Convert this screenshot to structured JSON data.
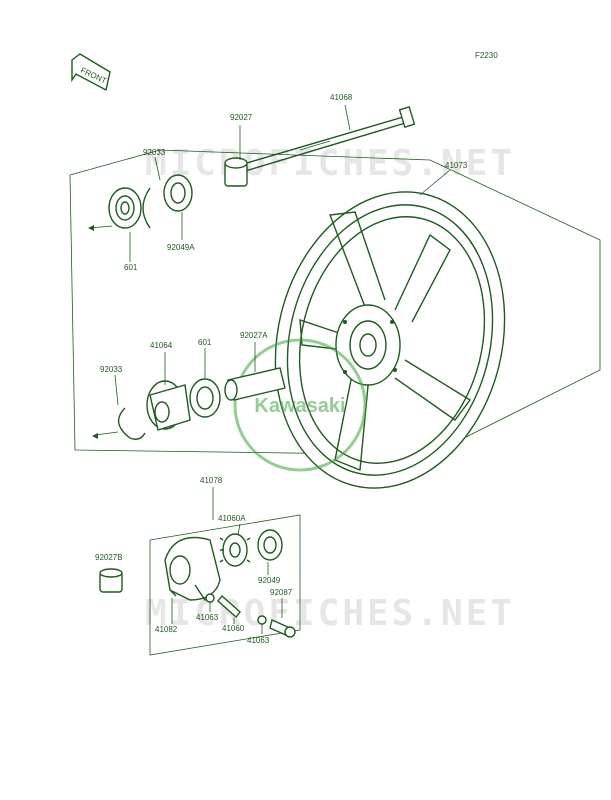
{
  "figure_code": "F2230",
  "front_label": "FRONT",
  "watermark": "MICROFICHES.NET",
  "logo_text": "Kawasaki",
  "colors": {
    "ink": "#1f5a1f",
    "watermark": "#e6e6e6",
    "logo": "#3aa63a"
  },
  "parts": {
    "p41068": "41068",
    "p92027": "92027",
    "p41073": "41073",
    "p92033a": "92033",
    "p601a": "601",
    "p92049A": "92049A",
    "p41064": "41064",
    "p601b": "601",
    "p92027A": "92027A",
    "p92033b": "92033",
    "p41078": "41078",
    "p41060A": "41060A",
    "p92027B": "92027B",
    "p92049": "92049",
    "p92087": "92087",
    "p41063a": "41063",
    "p41060": "41060",
    "p41082": "41082",
    "p41063b": "41063"
  }
}
